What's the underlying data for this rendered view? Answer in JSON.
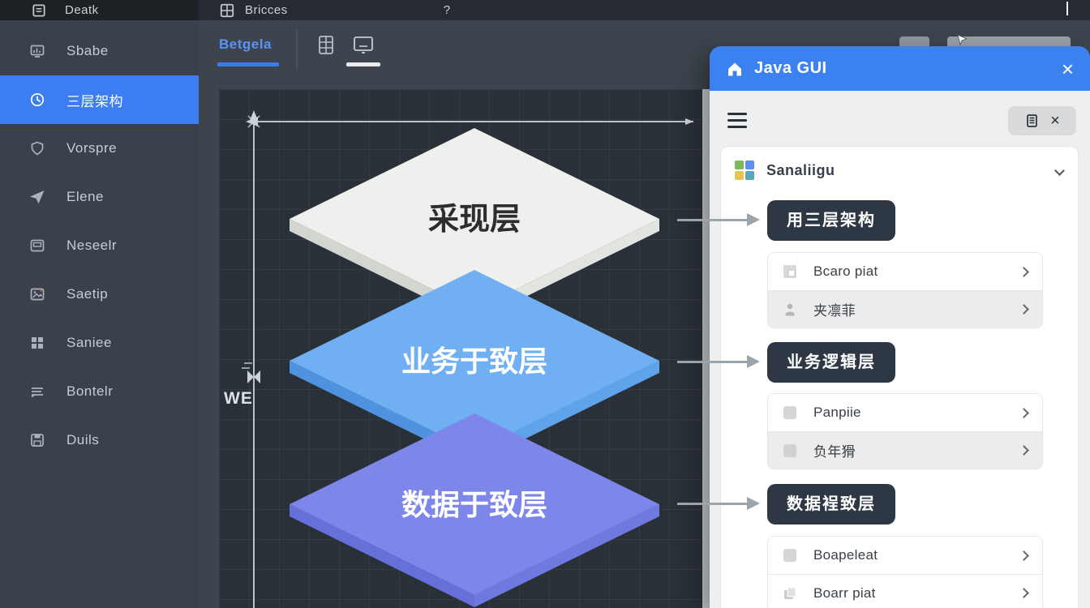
{
  "topbar": {
    "left_app_label": "Deatk",
    "center_app_label": "Bricces",
    "help_label": "?"
  },
  "toolbar": {
    "tab_label": "Betgela"
  },
  "sidebar": {
    "items": [
      {
        "label": "Sbabe",
        "icon": "chart-icon",
        "active": false
      },
      {
        "label": "三层架构",
        "icon": "clock-icon",
        "active": true
      },
      {
        "label": "Vorspre",
        "icon": "shield-icon",
        "active": false
      },
      {
        "label": "Elene",
        "icon": "plane-icon",
        "active": false
      },
      {
        "label": "Neseelr",
        "icon": "card-icon",
        "active": false
      },
      {
        "label": "Saetip",
        "icon": "image-icon",
        "active": false
      },
      {
        "label": "Saniee",
        "icon": "grid-icon",
        "active": false
      },
      {
        "label": "Bontelr",
        "icon": "layers-icon",
        "active": false
      },
      {
        "label": "Duils",
        "icon": "save-icon",
        "active": false
      }
    ]
  },
  "canvas": {
    "dimension_label": "WE",
    "layers": [
      {
        "label": "采现层",
        "top_color": "#efefed",
        "side_color": "#d3d5d1"
      },
      {
        "label": "业务于致层",
        "top_color": "#70b0f2",
        "side_color": "#4f93de"
      },
      {
        "label": "数据于致层",
        "top_color": "#7d87e9",
        "side_color": "#6570d8"
      }
    ]
  },
  "panel": {
    "title": "Java GUI",
    "close_icon": "×",
    "tools_close_icon": "×",
    "source_name": "Sanaliigu",
    "sections": [
      {
        "pill": "用三层架构",
        "items": [
          {
            "label": "Bcaro piat",
            "icon": "image-placeholder-icon"
          },
          {
            "label": "夹凛菲",
            "icon": "person-icon"
          }
        ]
      },
      {
        "pill": "业务逻辑层",
        "items": [
          {
            "label": "Panpiie",
            "icon": "square-icon"
          },
          {
            "label": "负年猾",
            "icon": "square-icon"
          }
        ]
      },
      {
        "pill": "数据裎致层",
        "items": [
          {
            "label": "Boapeleat",
            "icon": "square-icon"
          },
          {
            "label": "Boarr piat",
            "icon": "copy-icon"
          }
        ]
      }
    ]
  },
  "icons": {
    "chevron_right": "css-chevron-right",
    "chevron_down": "css-chevron-down",
    "hamburger": "css-bars",
    "home": "svg-house",
    "book": "svg-book"
  },
  "colors": {
    "accent_blue": "#3b7df0",
    "panel_header_blue": "#3b82f0",
    "pill_dark": "#2e3845",
    "sidebar_bg": "#3a414b",
    "canvas_bg": "#2a3038",
    "arrow_gray": "#9ba3ab"
  }
}
